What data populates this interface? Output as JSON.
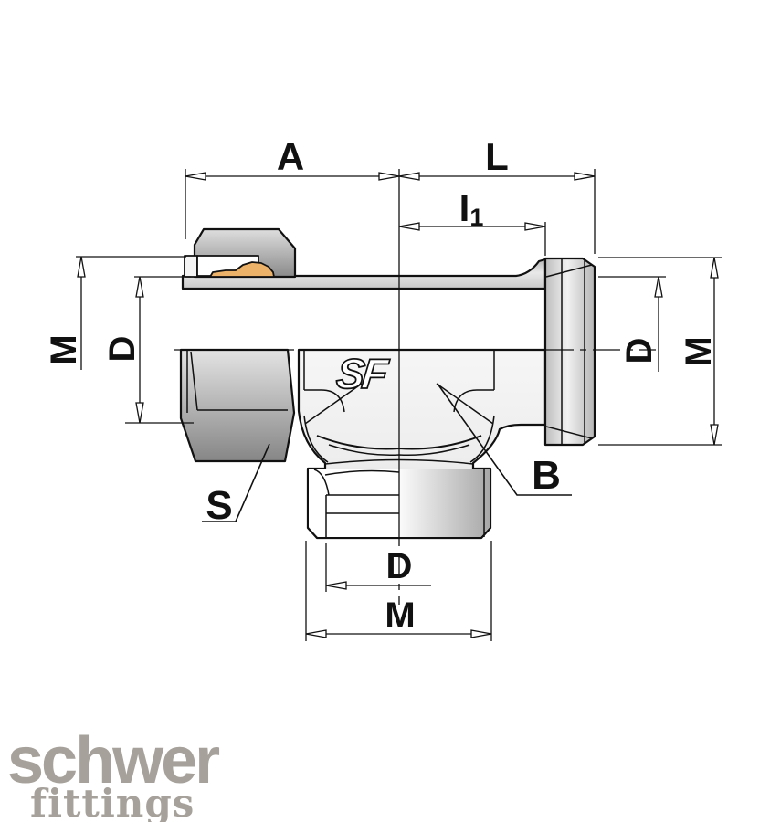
{
  "drawing": {
    "dims": {
      "a": "A",
      "l": "L",
      "i1_main": "I",
      "i1_sub": "1",
      "m_left": "M",
      "d_left": "D",
      "d_right": "D",
      "m_right": "M",
      "d_bottom": "D",
      "m_bottom": "M"
    },
    "callouts": {
      "s": "S",
      "b": "B"
    },
    "sf_logo": "SF"
  },
  "brand": {
    "name": "schwer",
    "sub": "fittings"
  },
  "colors": {
    "line": "#111111",
    "brass": "#ecb269",
    "brand_gray": "#a6a19a",
    "background": "#ffffff"
  }
}
